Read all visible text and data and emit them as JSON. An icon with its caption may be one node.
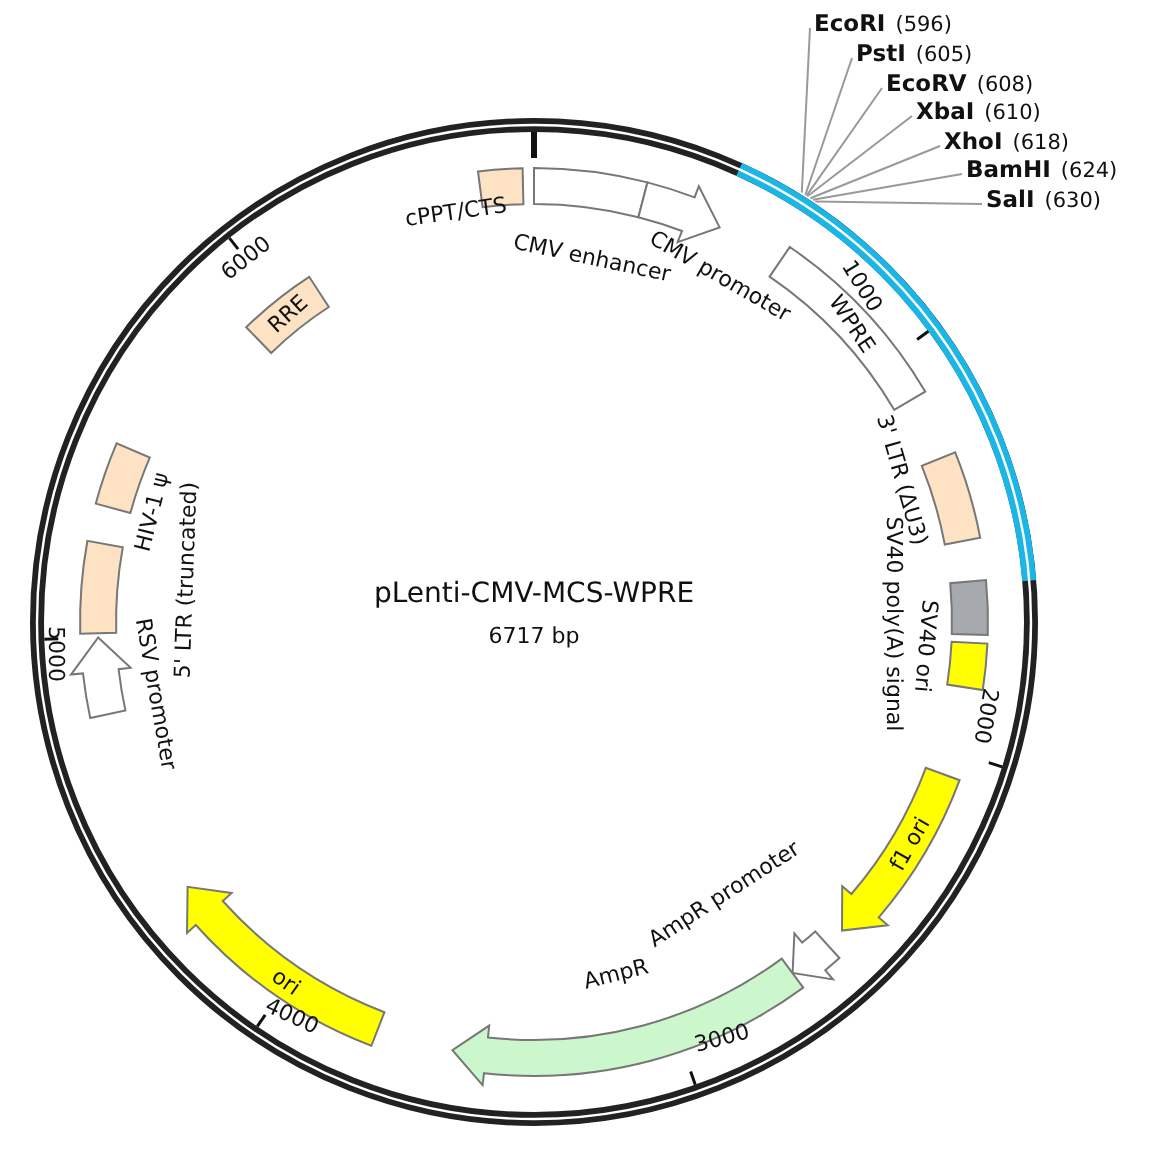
{
  "diagram": {
    "title": "pLenti-CMV-MCS-WPRE",
    "nodes": [
      {
        "text": [
          "cPPT/CTS"
        ]
      },
      {
        "text": [
          "CMV enhancer"
        ]
      },
      {
        "text": [
          "CMV promoter"
        ]
      },
      {
        "text": [
          "EcoRI",
          "(596)"
        ]
      },
      {
        "text": [
          "PstI",
          "(605)"
        ]
      },
      {
        "text": [
          "EcoRV",
          "(608)"
        ]
      },
      {
        "text": [
          "XbaI",
          "(610)"
        ]
      },
      {
        "text": [
          "XhoI",
          "(618)"
        ]
      },
      {
        "text": [
          "BamHI",
          "(624)"
        ]
      },
      {
        "text": [
          "SalI",
          "(630)"
        ]
      },
      {
        "text": [
          "WPRE"
        ]
      },
      {
        "text": [
          "3' LTR (ΔU3)"
        ]
      },
      {
        "text": [
          "SV40 poly(A) signal"
        ]
      },
      {
        "text": [
          "SV40 ori"
        ]
      },
      {
        "text": [
          "f1 ori"
        ]
      },
      {
        "text": [
          "AmpR promoter"
        ]
      },
      {
        "text": [
          "AmpR"
        ]
      },
      {
        "text": [
          "ori"
        ]
      },
      {
        "text": [
          "RSV promoter"
        ]
      },
      {
        "text": [
          "5' LTR (truncated)"
        ]
      },
      {
        "text": [
          "HIV-1 ψ"
        ]
      },
      {
        "text": [
          "RRE"
        ]
      }
    ],
    "edges": [
      {
        "from": 3,
        "to": null,
        "arrow": "none"
      },
      {
        "from": 4,
        "to": null,
        "arrow": "none"
      },
      {
        "from": 5,
        "to": null,
        "arrow": "none"
      },
      {
        "from": 6,
        "to": null,
        "arrow": "none"
      },
      {
        "from": 7,
        "to": null,
        "arrow": "none"
      },
      {
        "from": 8,
        "to": null,
        "arrow": "none"
      },
      {
        "from": 9,
        "to": null,
        "arrow": "none"
      }
    ],
    "labels": [
      "6717 bp",
      "1000",
      "2000",
      "3000",
      "4000",
      "5000",
      "6000"
    ]
  }
}
